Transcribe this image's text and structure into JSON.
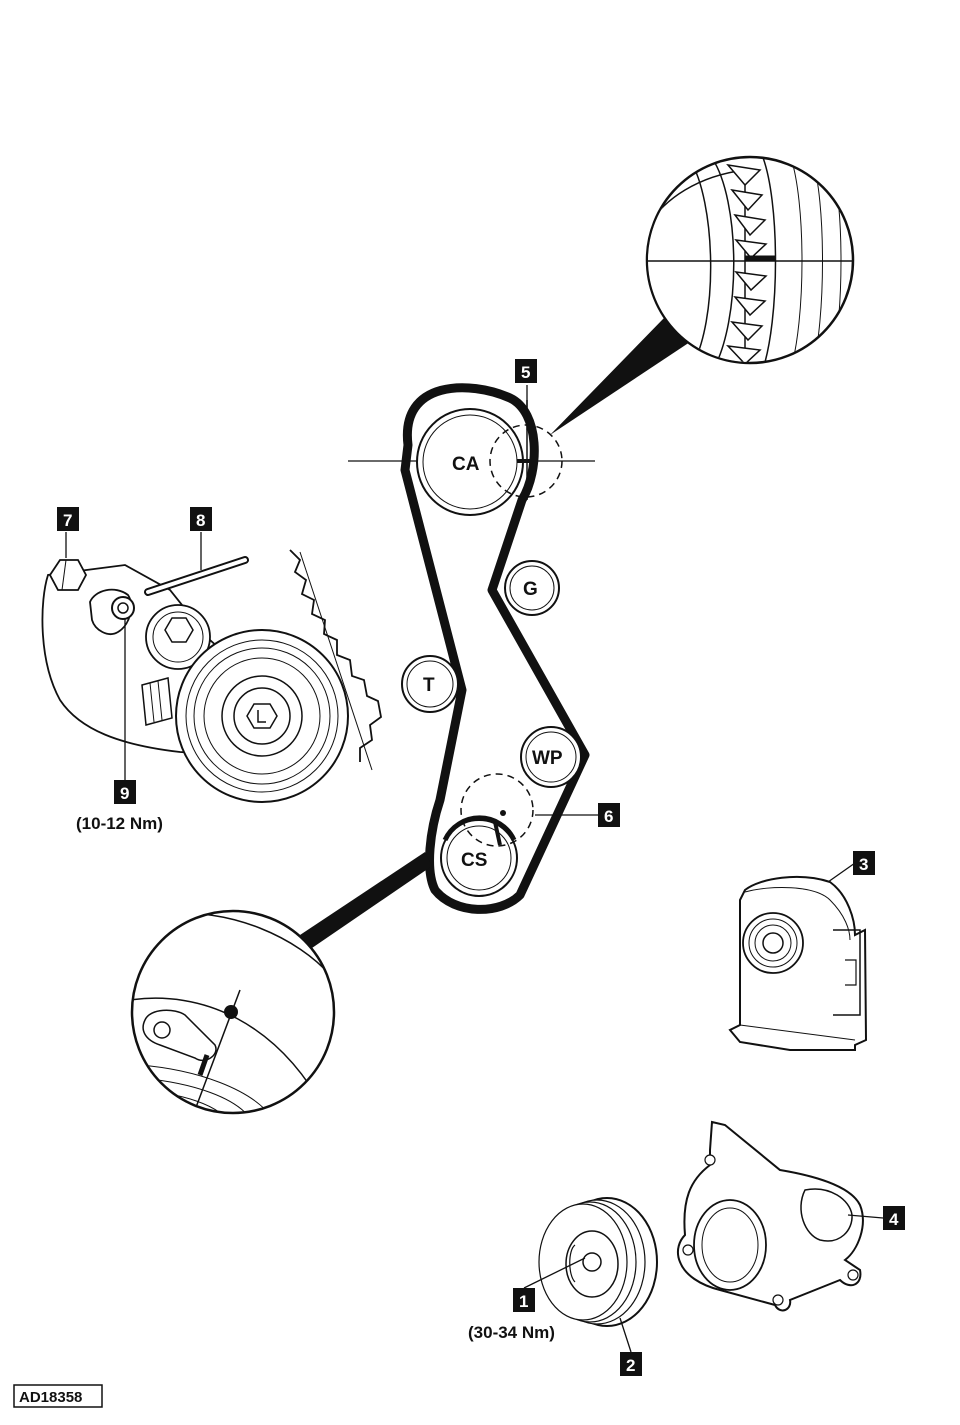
{
  "pulleys": {
    "camshaft": "CA",
    "guide": "G",
    "tensioner": "T",
    "water_pump": "WP",
    "crankshaft": "CS"
  },
  "callouts": [
    "1",
    "2",
    "3",
    "4",
    "5",
    "6",
    "7",
    "8",
    "9"
  ],
  "torques": {
    "tensioner_bolt": "(10-12 Nm)",
    "crank_pulley_bolt": "(30-34 Nm)"
  },
  "reference_code": "AD18358",
  "colors": {
    "line": "#111111",
    "callout_fill": "#111111",
    "background": "#ffffff"
  }
}
